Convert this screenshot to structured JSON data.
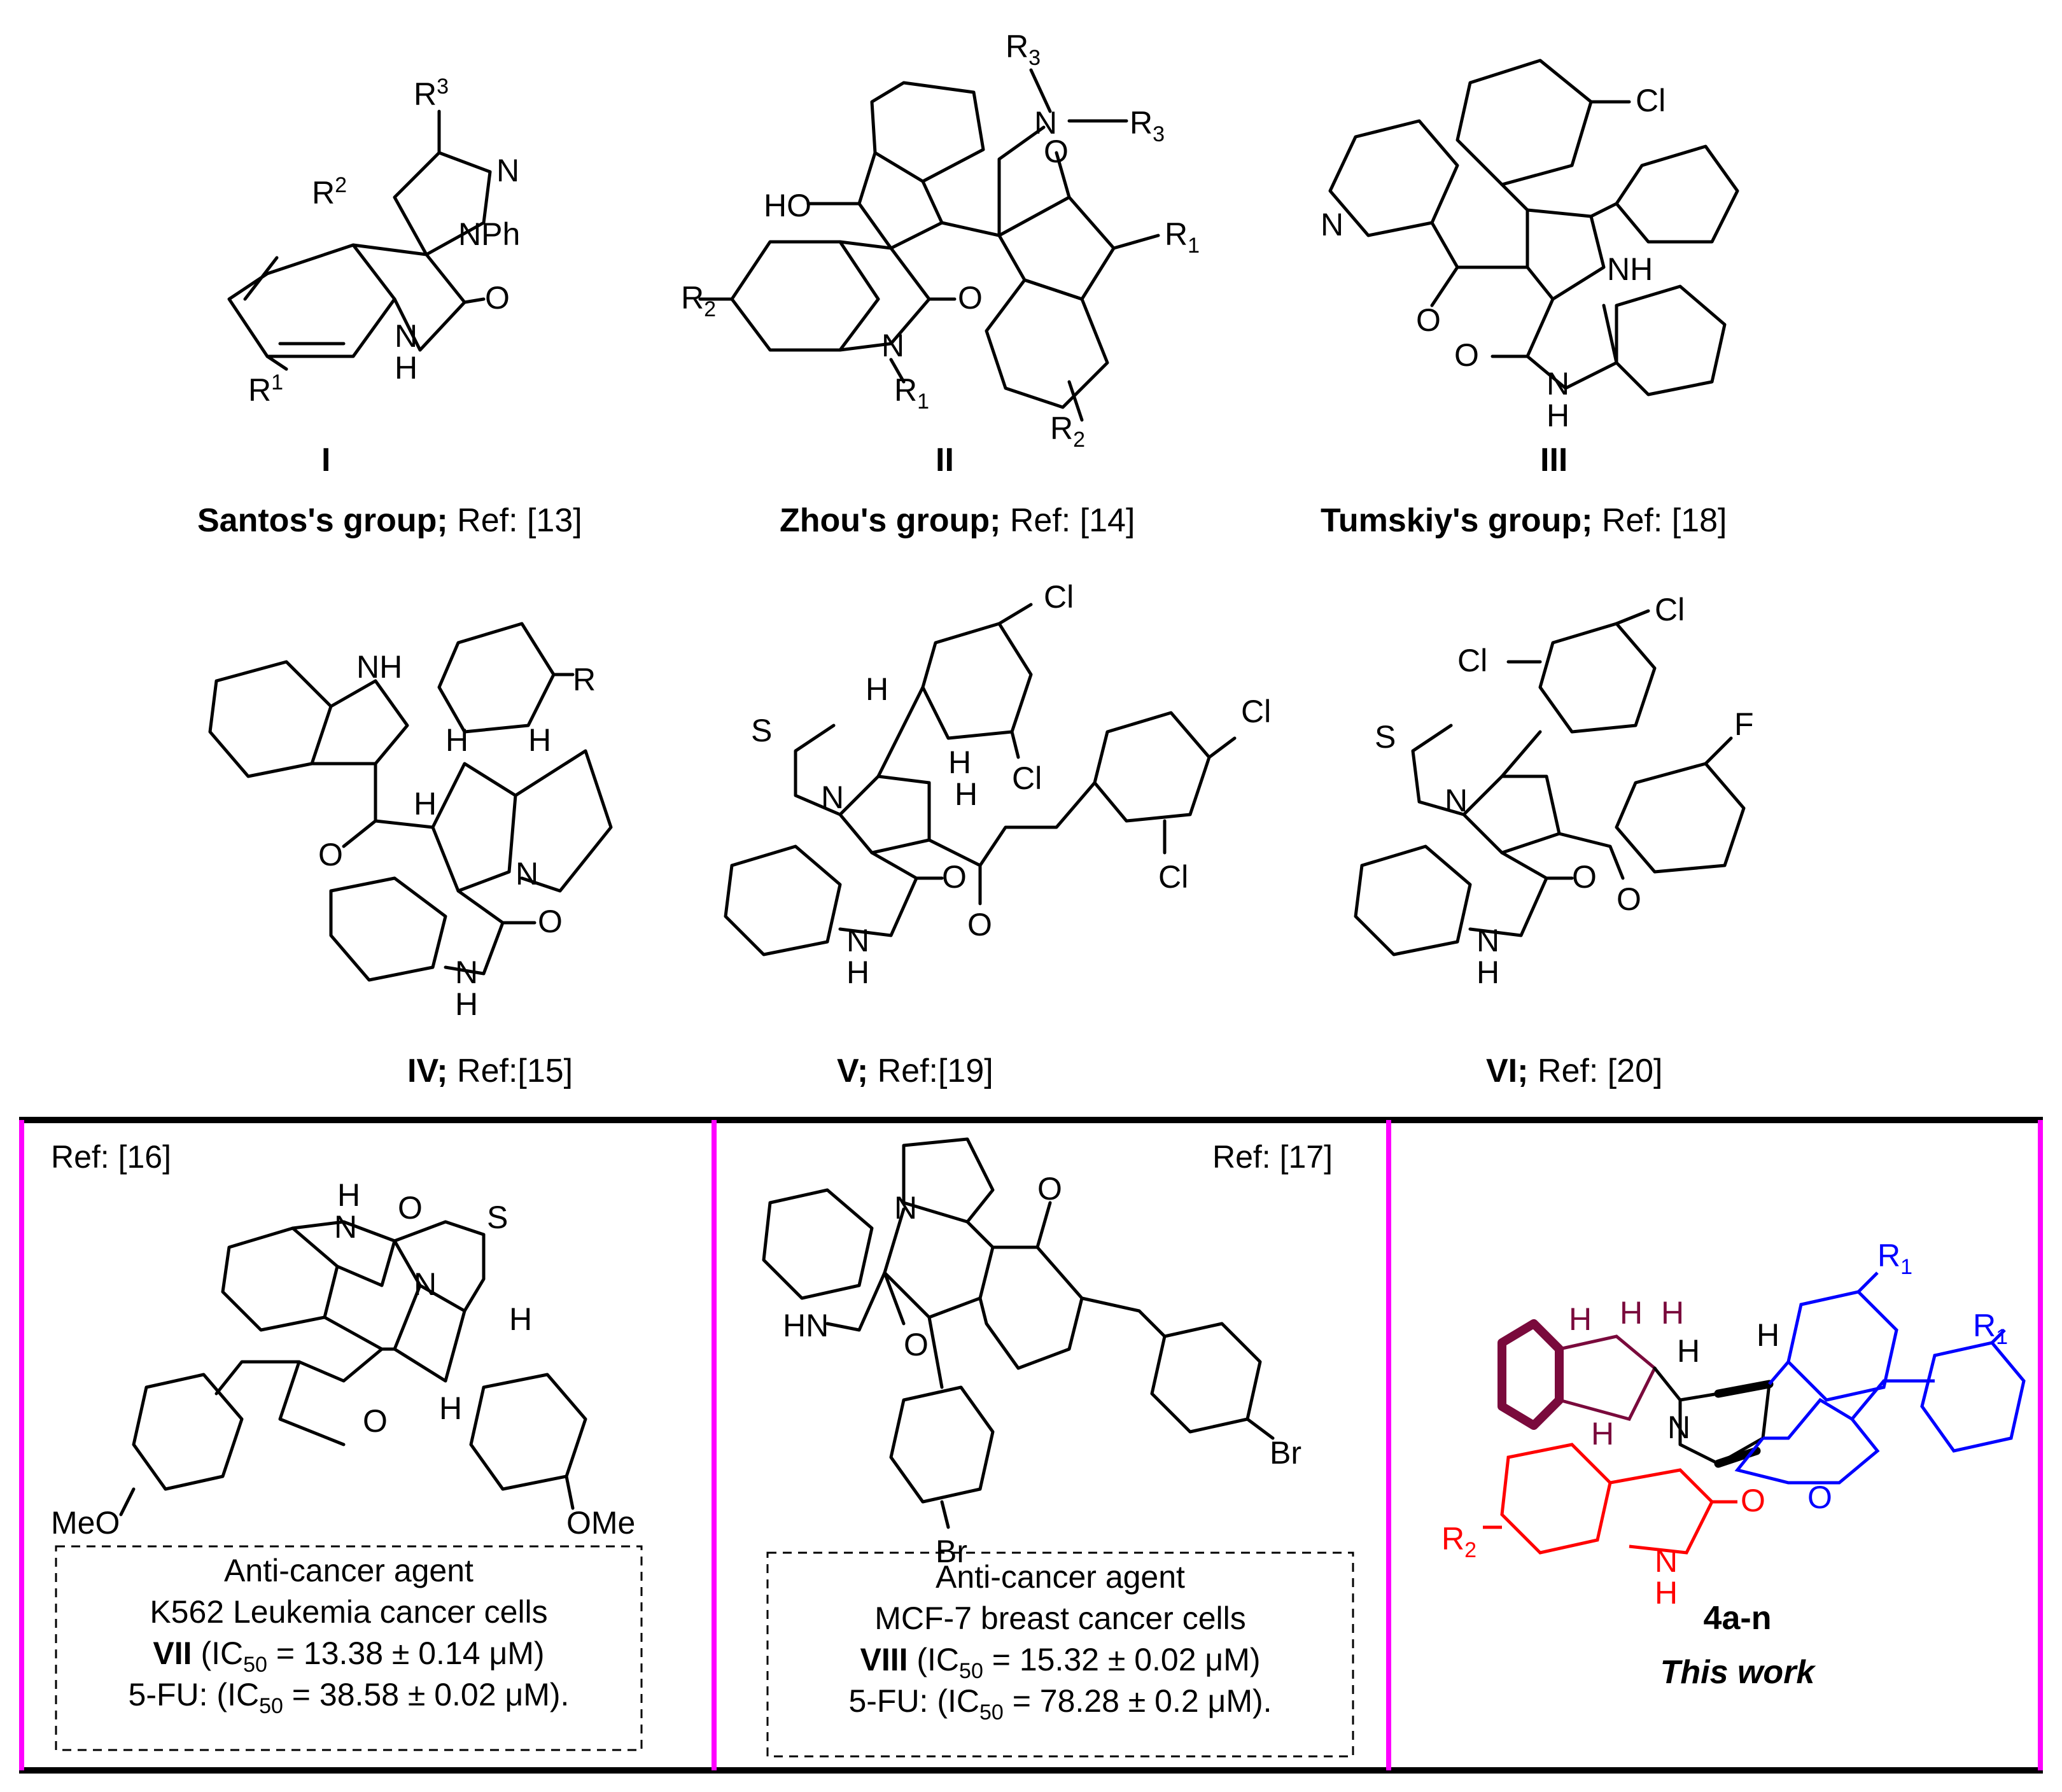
{
  "top_row": [
    {
      "numeral": "I",
      "group": "Santos's group;",
      "ref": "Ref: [13]",
      "labels": {
        "r3": "R",
        "r3_sup": "3",
        "r2": "R",
        "r2_sup": "2",
        "r1": "R",
        "r1_sup": "1",
        "n": "N",
        "nph": "NPh",
        "o": "O",
        "nh_n": "N",
        "nh_h": "H"
      }
    },
    {
      "numeral": "II",
      "group": "Zhou's group;",
      "ref": "Ref: [14]",
      "labels": {
        "ho": "HO",
        "r3a": "R",
        "r3a_sub": "3",
        "n_amine": "N",
        "r3b": "R",
        "r3b_sub": "3",
        "o_top": "O",
        "r1_top": "R",
        "r1_top_sub": "1",
        "r2_left": "R",
        "r2_left_sub": "2",
        "o_lact": "O",
        "n_lact": "N",
        "r1_n": "R",
        "r1_n_sub": "1",
        "r2_right": "R",
        "r2_right_sub": "2"
      }
    },
    {
      "numeral": "III",
      "group": "Tumskiy's group;",
      "ref": "Ref: [18]",
      "labels": {
        "cl": "Cl",
        "n_pyr": "N",
        "nh": "NH",
        "o_ket": "O",
        "o_lact": "O",
        "n_lact": "N",
        "h_lact": "H"
      }
    }
  ],
  "middle_row": [
    {
      "numeral": "IV;",
      "ref": "Ref:[15]",
      "labels": {
        "nh_ind": "NH",
        "r": "R",
        "h1": "H",
        "h2": "H",
        "h3": "H",
        "n": "N",
        "o_ket": "O",
        "o_lact": "O",
        "n_lact": "N",
        "h_lact": "H"
      }
    },
    {
      "numeral": "V;",
      "ref": "Ref:[19]",
      "labels": {
        "cl1": "Cl",
        "cl2": "Cl",
        "cl3": "Cl",
        "cl4": "Cl",
        "s": "S",
        "h1": "H",
        "h2": "H",
        "h3": "H",
        "n": "N",
        "o_ket": "O",
        "o_lact": "O",
        "n_lact": "N",
        "h_lact": "H"
      }
    },
    {
      "numeral": "VI;",
      "ref": "Ref: [20]",
      "labels": {
        "cl1": "Cl",
        "cl2": "Cl",
        "f": "F",
        "s": "S",
        "n": "N",
        "o_ket": "O",
        "o_lact": "O",
        "n_lact": "N",
        "h_lact": "H"
      }
    }
  ],
  "bottom_row": [
    {
      "ref": "Ref: [16]",
      "numeral": "VII",
      "labels": {
        "h_nh": "H",
        "n_nh": "N",
        "o1": "O",
        "s": "S",
        "n": "N",
        "h1": "H",
        "h2": "H",
        "o2": "O",
        "meo": "MeO",
        "ome": "OMe"
      },
      "box": {
        "line1": "Anti-cancer agent",
        "line2": "K562 Leukemia cancer cells",
        "line3_rest": " (IC",
        "line3_sub": "50",
        "line3_val": " = 13.38 ± 0.14 μM)",
        "line4_pre": "5-FU: (IC",
        "line4_sub": "50",
        "line4_val": " = 38.58 ± 0.02 μM)."
      }
    },
    {
      "ref": "Ref: [17]",
      "numeral": "VIII",
      "labels": {
        "n": "N",
        "o": "O",
        "hn": "HN",
        "o_lact": "O",
        "br1": "Br",
        "br2": "Br"
      },
      "box": {
        "line1": "Anti-cancer agent",
        "line2": "MCF-7 breast cancer cells",
        "line3_rest": " (IC",
        "line3_sub": "50",
        "line3_val": " = 15.32 ± 0.02 μM)",
        "line4_pre": "5-FU: (IC",
        "line4_sub": "50",
        "line4_val": " = 78.28 ± 0.2 μM)."
      }
    },
    {
      "numeral": "4a-n",
      "caption": "This work",
      "labels": {
        "h1": "H",
        "h2": "H",
        "h3": "H",
        "h4": "H",
        "h5": "H",
        "h6": "H",
        "n": "N",
        "r1a": "R",
        "r1a_sub": "1",
        "r1b": "R",
        "r1b_sub": "1",
        "o_ket": "O",
        "r2": "R",
        "r2_sub": "2",
        "o_lact": "O",
        "n_lact": "N",
        "h_lact": "H"
      }
    }
  ],
  "colors": {
    "frame": "#000000",
    "divider": "#ff00ff",
    "red": "#ff0000",
    "blue": "#0000ff",
    "maroon": "#7a0a3c"
  }
}
